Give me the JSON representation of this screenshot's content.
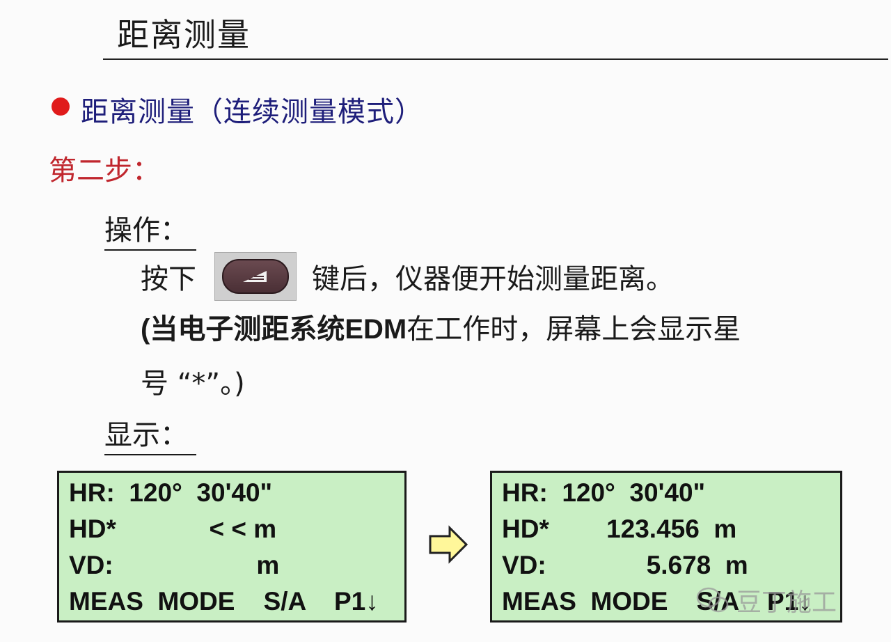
{
  "title": "距离测量",
  "bullet": "距离测量（连续测量模式）",
  "step": "第二步：",
  "operation": {
    "label": "操作：",
    "before_key": "按下",
    "after_key": "键后，仪器便开始测量距离。",
    "note_open": "(当电子测距系统",
    "note_bold": "EDM",
    "note_rest": "在工作时，屏幕上会显示星",
    "note_line3": "号 “*”。)"
  },
  "display_label": "显示：",
  "screen_before": {
    "r1": "HR:  120°  30'40\"",
    "r2": "HD*             < < m",
    "r3": "VD:                    m",
    "r4": "MEAS  MODE    S/A    P1↓"
  },
  "screen_after": {
    "r1": "HR:  120°  30'40\"",
    "r2": "HD*        123.456  m",
    "r3": "VD:              5.678  m",
    "r4": "MEAS  MODE    S/A    P1↓"
  },
  "watermark": "豆丁施工",
  "colors": {
    "bullet": "#e01b1b",
    "bullet_text": "#1e1e7a",
    "step": "#c0262d",
    "screen_bg": "#c9efc4",
    "arrow": "#fff79a"
  }
}
